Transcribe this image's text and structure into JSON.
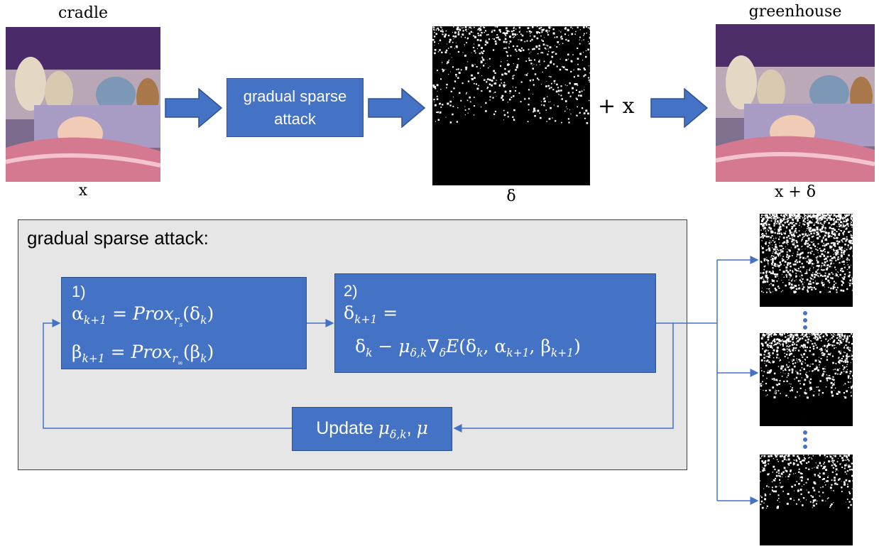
{
  "top": {
    "input_label": "cradle",
    "input_var": "x",
    "process_box": "gradual sparse attack",
    "delta_var": "δ",
    "plus_x": "+ x",
    "output_label": "greenhouse",
    "output_var": "x + δ"
  },
  "panel": {
    "title": "gradual sparse attack:",
    "step1": {
      "number": "1)",
      "line1": "α_{k+1} = Prox_{r_s}(δ_k)",
      "line2": "β_{k+1} = Prox_{r_∞}(β_k)"
    },
    "step2": {
      "number": "2)",
      "line1": "δ_{k+1} =",
      "line2": "δ_k − μ_{δ,k} ∇_δ E(δ_k, α_{k+1}, β_{k+1})"
    },
    "update": "Update μ_{δ,k}, μ"
  },
  "colors": {
    "box_fill": "#4472c4",
    "panel_fill": "#e7e6e6",
    "connector": "#4472c4"
  },
  "icons": [
    "right-arrow-icon",
    "vertical-ellipsis-icon"
  ]
}
